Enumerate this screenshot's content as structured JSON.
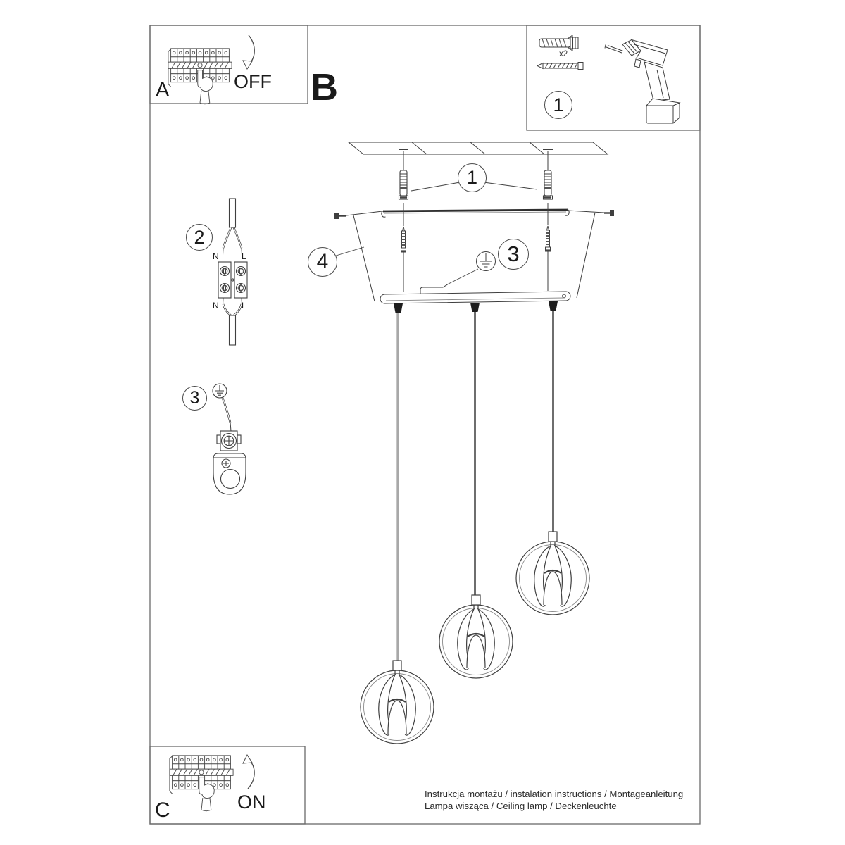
{
  "labels": {
    "step_a": "A",
    "step_b": "B",
    "step_c": "C",
    "switch_off": "OFF",
    "switch_on": "ON"
  },
  "badges": {
    "kit": "1",
    "anchors": "1",
    "connector": "2",
    "ground_side": "3",
    "ground_main": "3",
    "canopy": "4"
  },
  "kit": {
    "quantity": "x2"
  },
  "wiring": {
    "n_top": "N",
    "l_top": "L",
    "n_bottom": "N",
    "l_bottom": "L"
  },
  "footer": {
    "line1": "Instrukcja montażu / instalation instructions / Montageanleitung",
    "line2": "Lampa wisząca / Ceiling lamp / Deckenleuchte"
  },
  "icons": {
    "breaker_panel": "circuit-breaker-strip",
    "hand": "pressing-hand",
    "arrow_off": "curved-arrow-down",
    "arrow_on": "curved-arrow-up",
    "wall_plug": "wall-anchor",
    "screw": "mounting-screw",
    "drill": "cordless-drill",
    "ground": "earth-ground-symbol",
    "lamp": "sphere-pendant-shade"
  },
  "colors": {
    "background": "#ffffff",
    "line": "#3f3f3f",
    "frame": "#6a6a6a",
    "grip": "#1d1d1d"
  }
}
